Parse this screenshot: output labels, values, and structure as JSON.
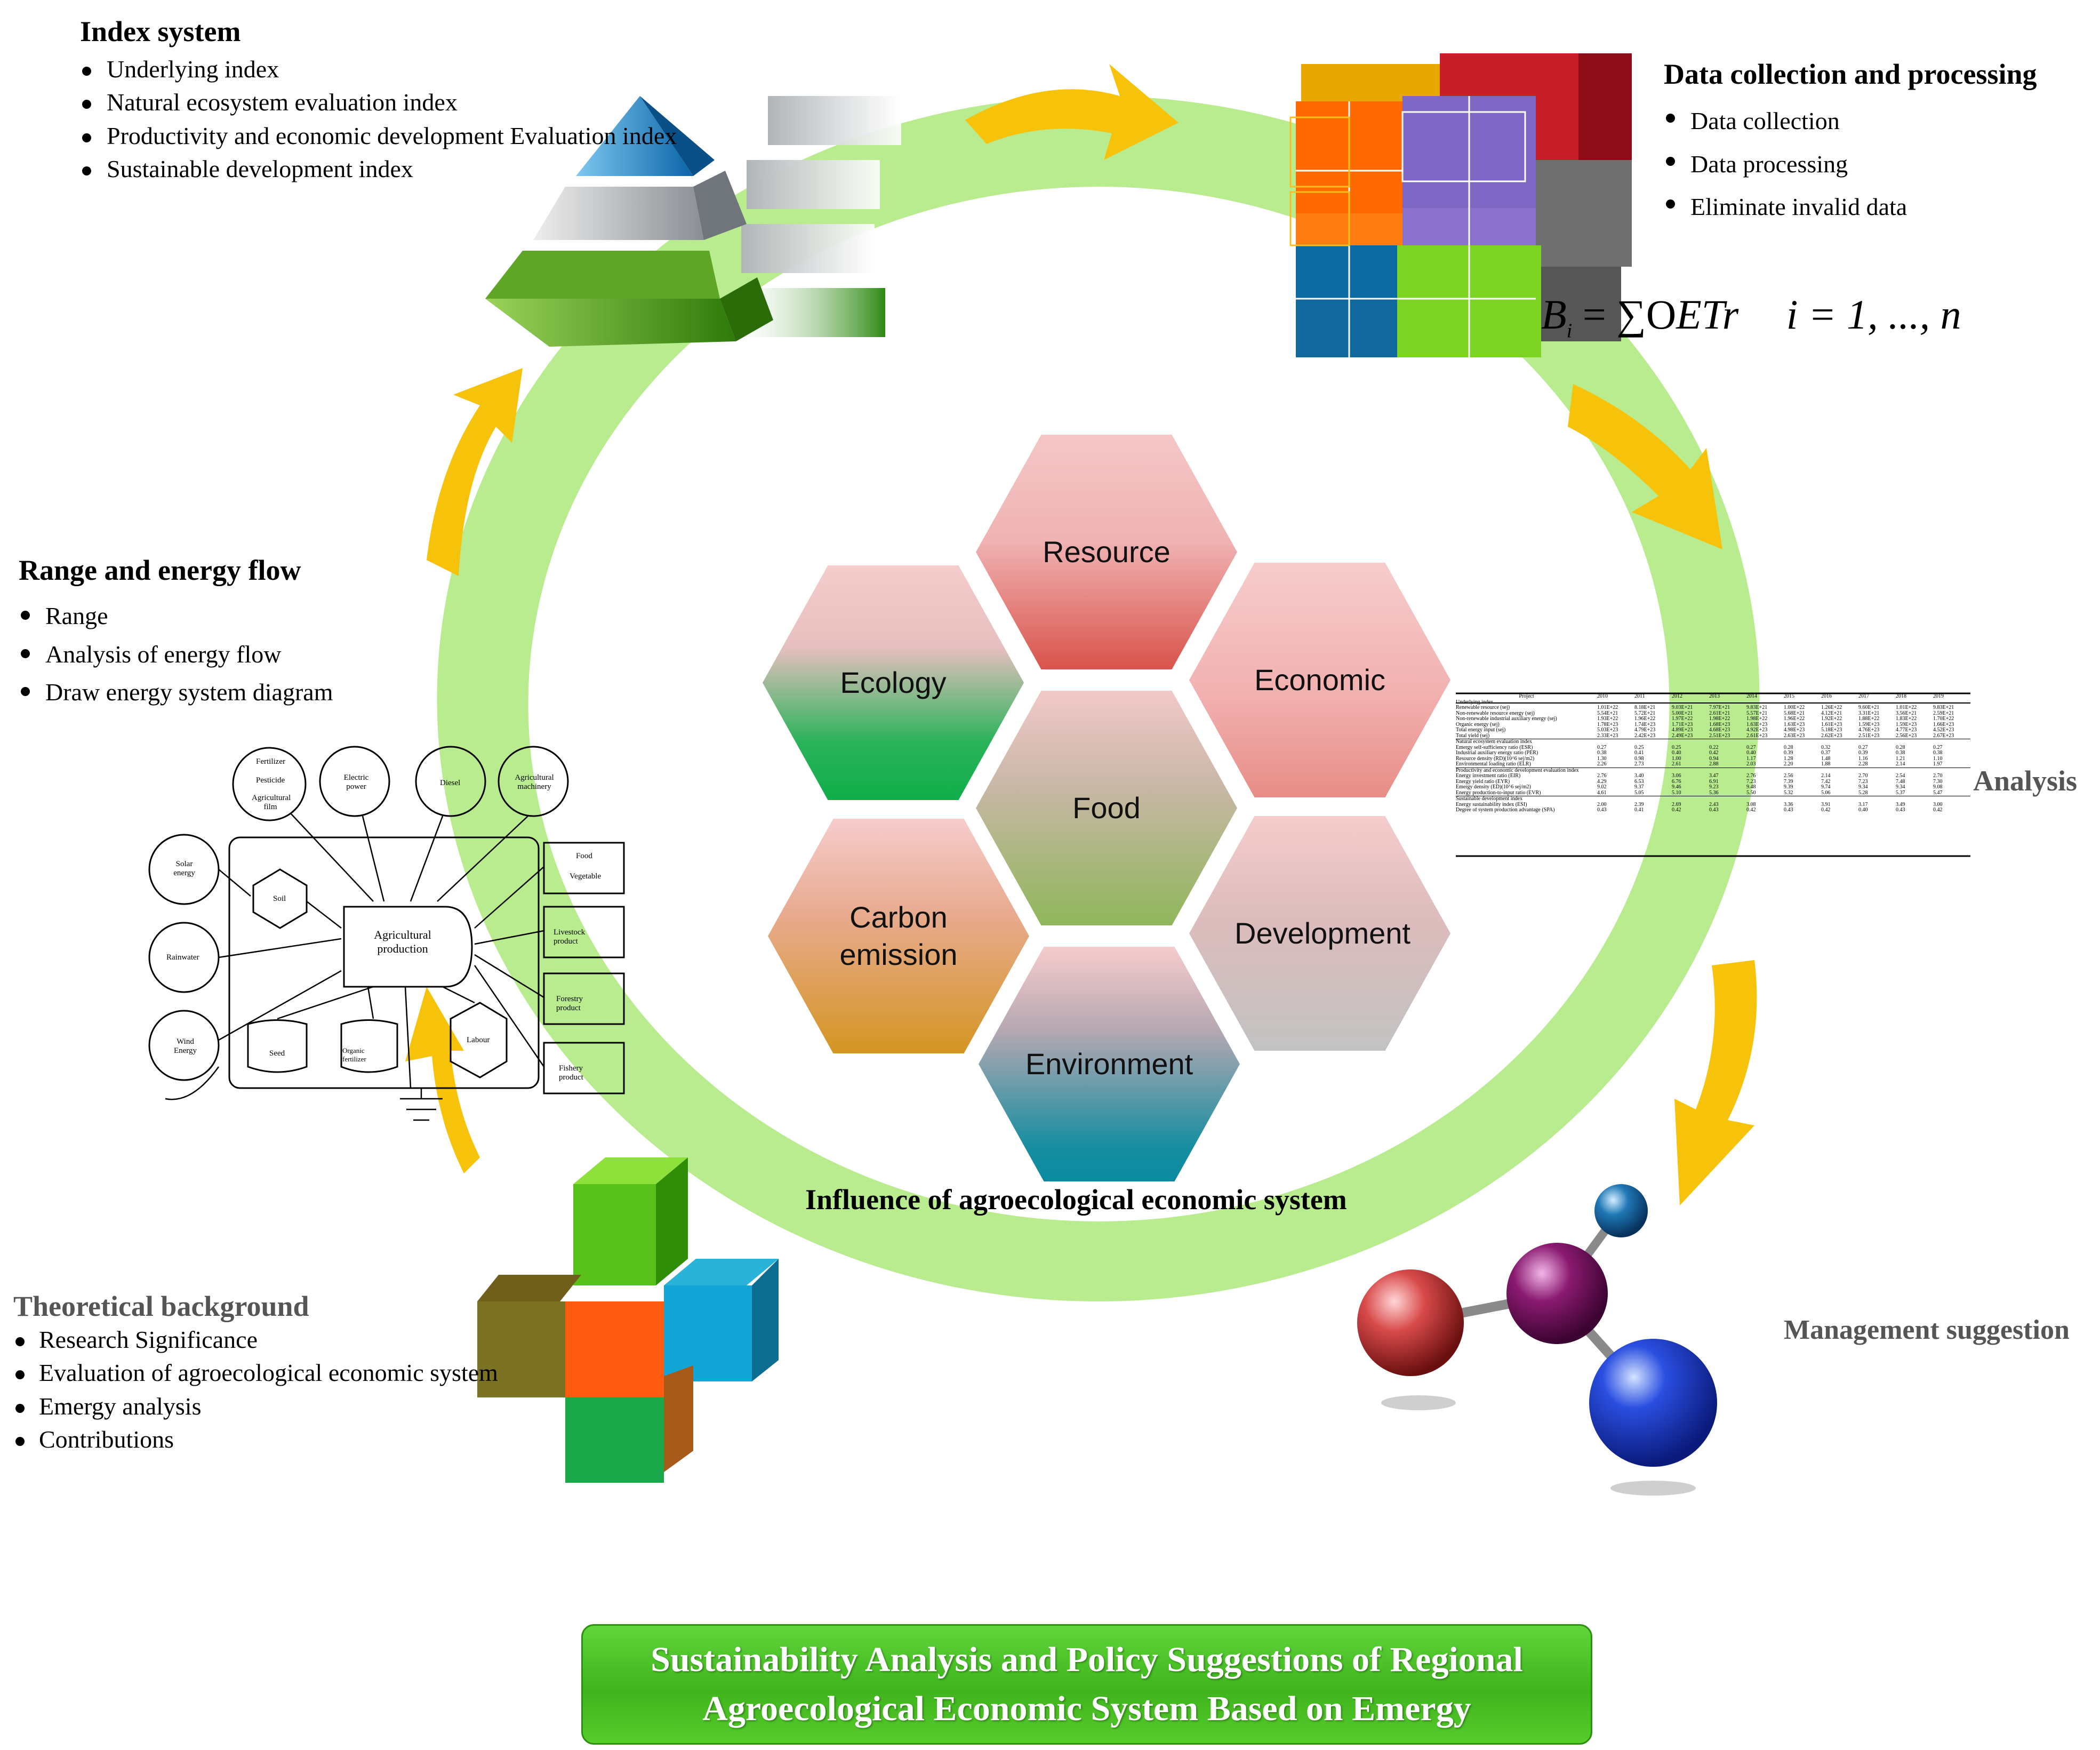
{
  "index_system": {
    "title": "Index system",
    "items": [
      "Underlying index",
      "Natural ecosystem evaluation index",
      "Productivity and economic development Evaluation index",
      "Sustainable development index"
    ]
  },
  "data_collection": {
    "title": "Data collection and processing",
    "items": [
      "Data collection",
      "Data processing",
      "Eliminate invalid data"
    ]
  },
  "range_energy": {
    "title": "Range and energy flow",
    "items": [
      "Range",
      "Analysis of energy flow",
      "Draw energy system diagram"
    ]
  },
  "theoretical": {
    "title": "Theoretical background",
    "items": [
      "Research Significance",
      "Evaluation of agroecological economic system",
      "Emergy analysis",
      "Contributions"
    ]
  },
  "analysis_label": "Analysis",
  "management_label": "Management suggestion",
  "formula": {
    "lhs": "B",
    "sub_i": "i",
    "eq": "=",
    "sum": "∑",
    "o": "O",
    "e": "E",
    "t": "Tr",
    "range": "i = 1, ..., n"
  },
  "hexagons": {
    "resource": "Resource",
    "ecology": "Ecology",
    "economic": "Economic",
    "food": "Food",
    "carbon": "Carbon emission",
    "development": "Development",
    "environment": "Environment"
  },
  "center_caption": "Influence of agroecological economic system",
  "banner": {
    "line1": "Sustainability Analysis and Policy Suggestions of Regional",
    "line2": "Agroecological Economic System Based on Emergy"
  },
  "energy_diagram": {
    "sources": [
      "Fertilizer",
      "Pesticide",
      "Agricultural film",
      "Electric power",
      "Diesel",
      "Agricultural machinery"
    ],
    "left": [
      "Solar energy",
      "Rainwater",
      "Wind Energy"
    ],
    "stores": [
      "Soil",
      "Seed",
      "Organic fertilizer",
      "Labour"
    ],
    "center": "Agricultural production",
    "products": [
      "Food",
      "Vegetable",
      "Livestock product",
      "Forestry product",
      "Fishery product"
    ]
  },
  "table": {
    "headers": [
      "Project",
      "2010",
      "2011",
      "2012",
      "2013",
      "2014",
      "2015",
      "2016",
      "2017",
      "2018",
      "2019"
    ],
    "sections": [
      "Underlying index",
      "Natural ecosystem evaluation index",
      "Productivity and economic development evaluation index",
      "Sustainable development index"
    ],
    "rows": [
      [
        "Renewable resource (sej)",
        "1.01E+22",
        "8.18E+21",
        "9.03E+21",
        "7.97E+21",
        "9.83E+21",
        "1.00E+22",
        "1.26E+22",
        "9.60E+21",
        "1.01E+22",
        "9.83E+21"
      ],
      [
        "Non-renewable resource energy (sej)",
        "5.54E+21",
        "5.72E+21",
        "5.00E+21",
        "2.61E+21",
        "5.57E+21",
        "5.68E+21",
        "4.12E+21",
        "3.31E+21",
        "3.56E+21",
        "2.59E+21"
      ],
      [
        "Non-renewable industrial auxiliary energy (sej)",
        "1.93E+22",
        "1.96E+22",
        "1.97E+22",
        "1.98E+22",
        "1.98E+22",
        "1.96E+22",
        "1.92E+22",
        "1.88E+22",
        "1.83E+22",
        "1.70E+22"
      ],
      [
        "Organic energy (sej)",
        "1.78E+23",
        "1.74E+23",
        "1.71E+23",
        "1.68E+23",
        "1.63E+23",
        "1.63E+23",
        "1.61E+23",
        "1.59E+23",
        "1.59E+23",
        "1.66E+23"
      ],
      [
        "Total energy input (sej)",
        "5.03E+23",
        "4.79E+23",
        "4.89E+23",
        "4.68E+23",
        "4.92E+23",
        "4.98E+23",
        "5.18E+23",
        "4.76E+23",
        "4.77E+23",
        "4.52E+23"
      ],
      [
        "Total yield (sej)",
        "2.33E+23",
        "2.42E+23",
        "2.49E+23",
        "2.51E+23",
        "2.61E+23",
        "2.63E+23",
        "2.62E+23",
        "2.51E+23",
        "2.56E+23",
        "2.67E+23"
      ],
      [
        "Emergy self-sufficiency ratio (ESR)",
        "0.27",
        "0.25",
        "0.25",
        "0.22",
        "0.27",
        "0.28",
        "0.32",
        "0.27",
        "0.28",
        "0.27"
      ],
      [
        "Industrial auxiliary energy ratio (PER)",
        "0.38",
        "0.41",
        "0.40",
        "0.42",
        "0.40",
        "0.39",
        "0.37",
        "0.39",
        "0.38",
        "0.38"
      ],
      [
        "Resource density (RD)(10^6 sej/m2)",
        "1.30",
        "0.98",
        "1.00",
        "0.94",
        "1.17",
        "1.28",
        "1.48",
        "1.16",
        "1.21",
        "1.10"
      ],
      [
        "Environmental loading ratio (ELR)",
        "2.26",
        "2.73",
        "2.61",
        "2.88",
        "2.03",
        "2.20",
        "1.88",
        "2.28",
        "2.14",
        "1.97"
      ],
      [
        "Energy investment ratio (EIR)",
        "2.76",
        "3.40",
        "3.06",
        "3.47",
        "2.76",
        "2.56",
        "2.14",
        "2.70",
        "2.54",
        "2.70"
      ],
      [
        "Energy yield ratio (EYR)",
        "4.29",
        "6.53",
        "6.76",
        "6.91",
        "7.23",
        "7.39",
        "7.42",
        "7.23",
        "7.48",
        "7.30"
      ],
      [
        "Emergy density (ED)(10^6 sej/m2)",
        "9.02",
        "9.37",
        "9.46",
        "9.23",
        "9.48",
        "9.39",
        "9.74",
        "9.34",
        "9.34",
        "9.08"
      ],
      [
        "Energy production-to-input ratio (EVR)",
        "4.61",
        "5.05",
        "5.10",
        "5.36",
        "5.50",
        "5.32",
        "5.06",
        "5.28",
        "5.37",
        "5.47"
      ],
      [
        "Energy sustainability index (ESI)",
        "2.00",
        "2.39",
        "2.69",
        "2.43",
        "3.08",
        "3.36",
        "3.91",
        "3.17",
        "3.49",
        "3.00"
      ],
      [
        "Degree of system production advantage (SPA)",
        "0.43",
        "0.41",
        "0.42",
        "0.43",
        "0.42",
        "0.43",
        "0.42",
        "0.40",
        "0.43",
        "0.42"
      ]
    ]
  },
  "colors": {
    "ring": "#b8ec8f",
    "arrow": "#f7c20a",
    "banner": "#4ac423",
    "title_gray": "#555555"
  }
}
